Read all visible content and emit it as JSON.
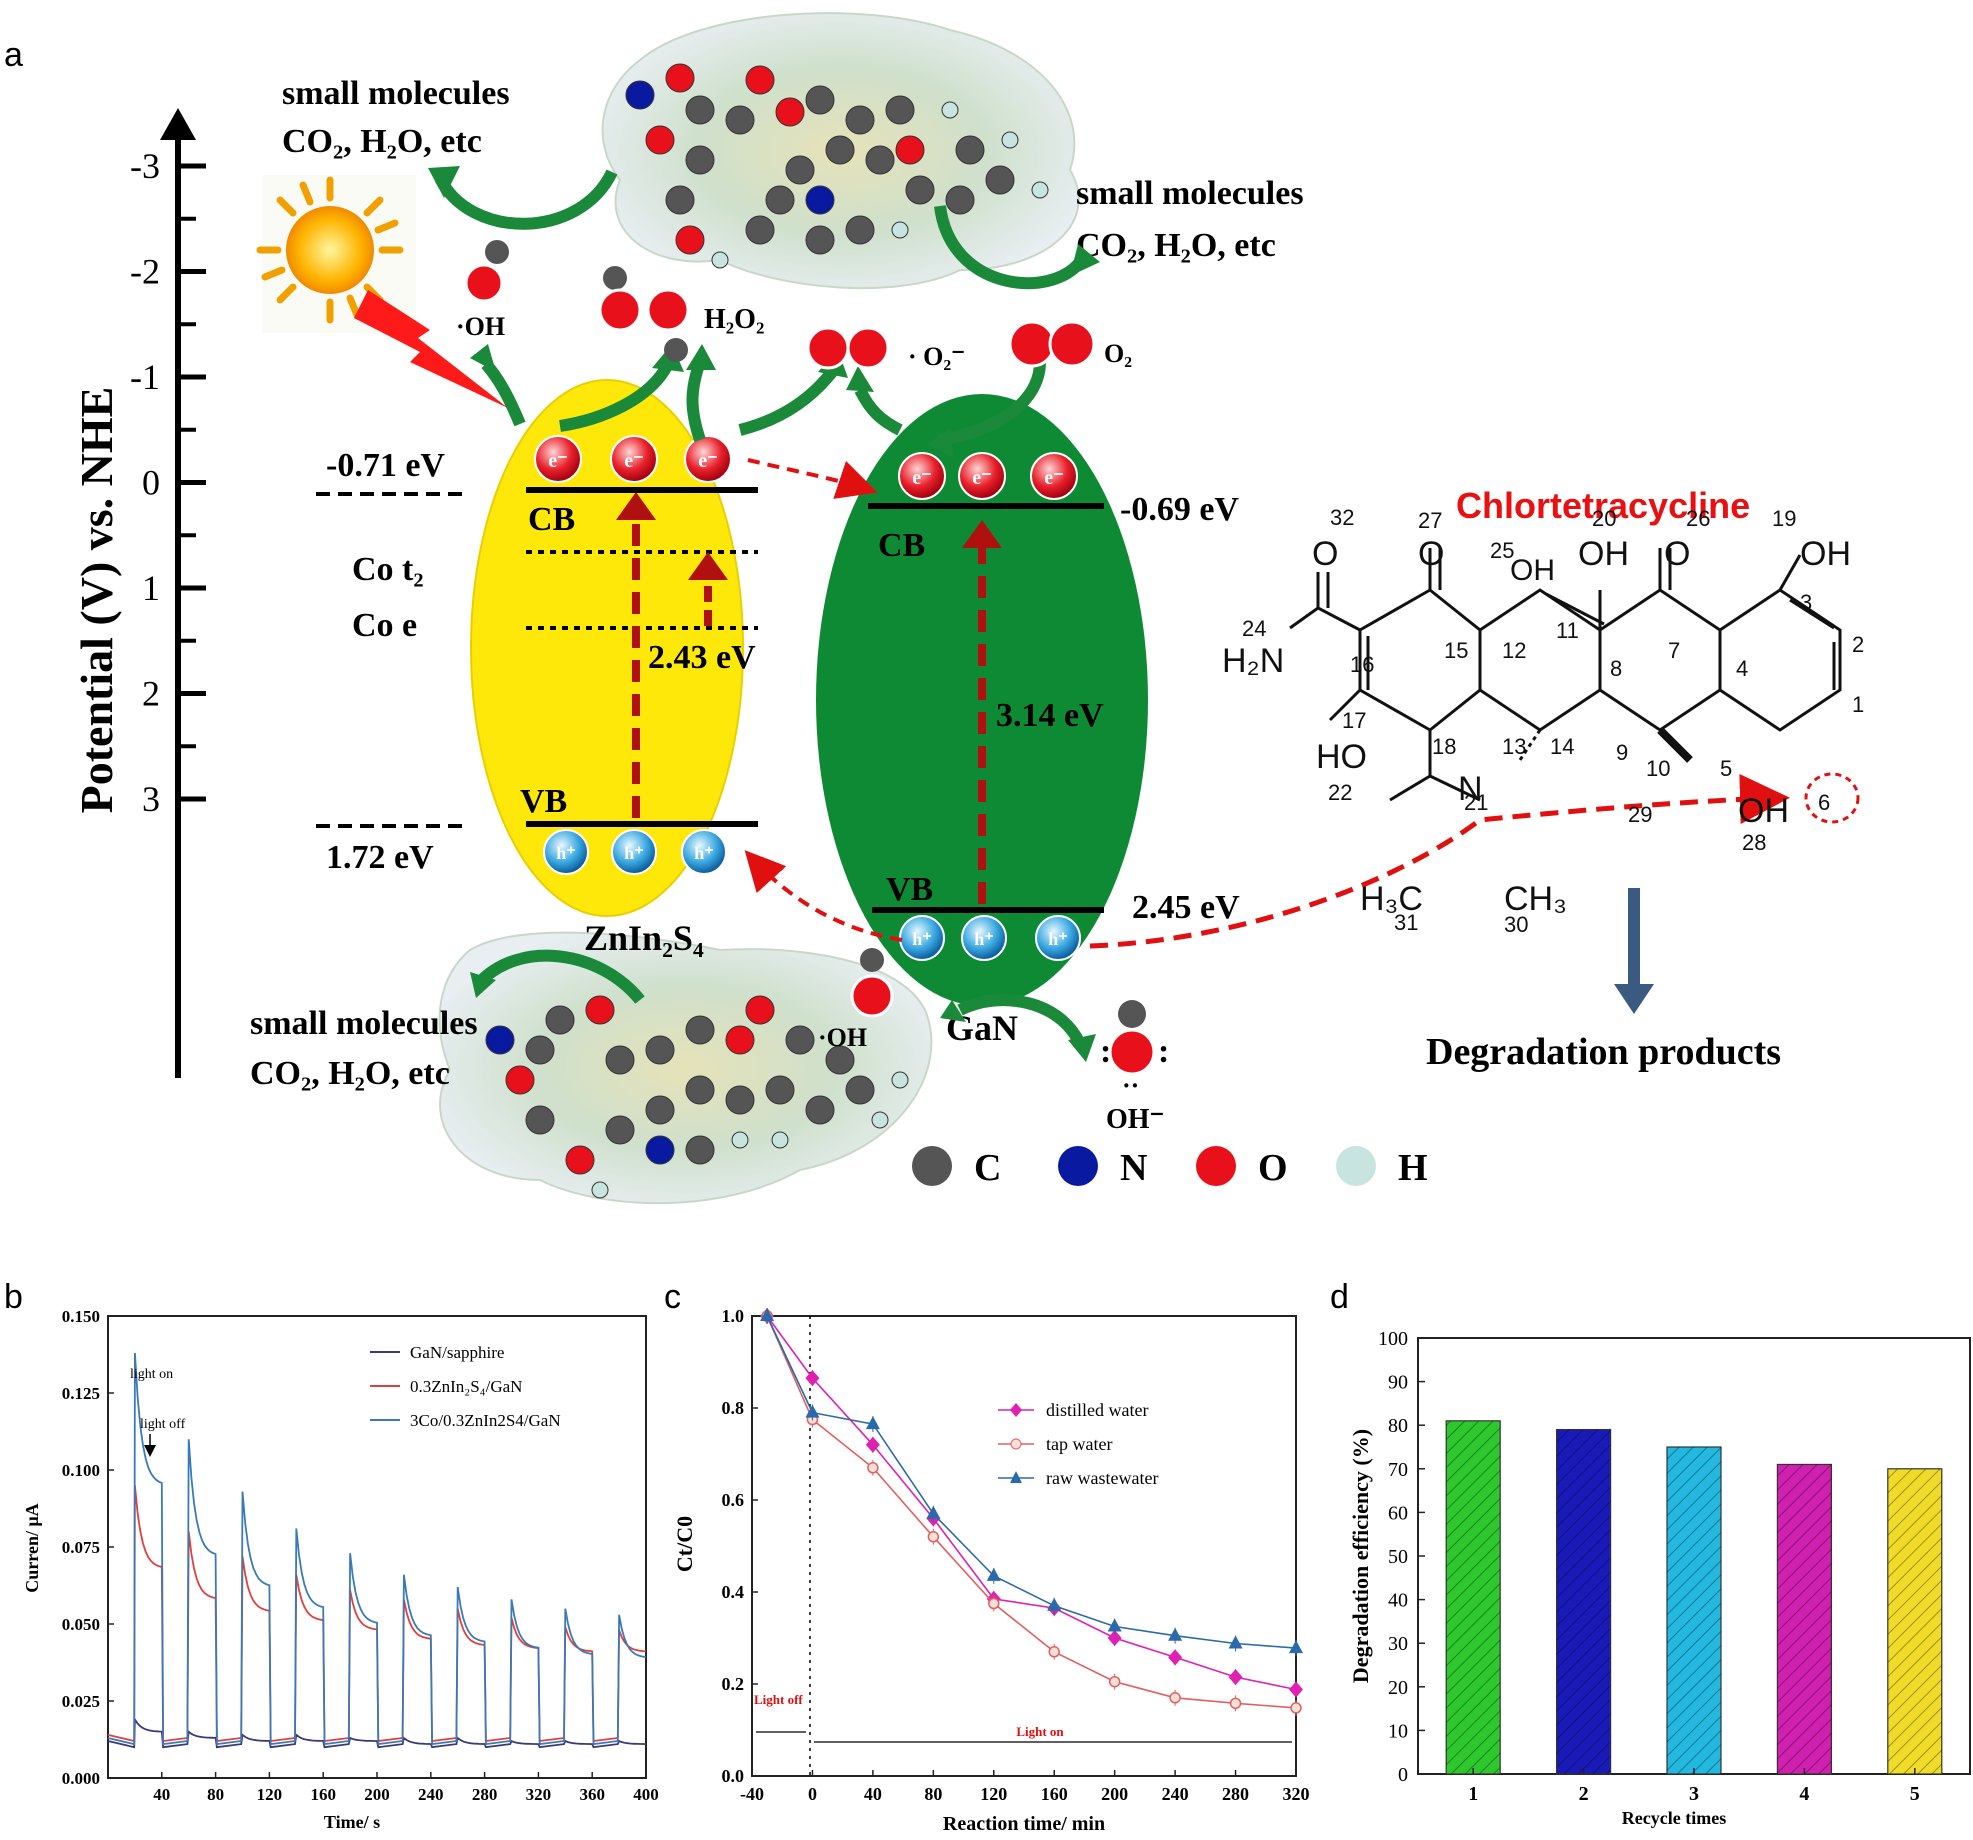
{
  "figure": {
    "panel_labels": [
      "a",
      "b",
      "c",
      "d"
    ]
  },
  "panel_a": {
    "axis_label": "Potential (V) vs. NHE",
    "axis_ticks": [
      "-3",
      "-2",
      "-1",
      "0",
      "1",
      "2",
      "3"
    ],
    "small_molecules": {
      "line1": "small molecules",
      "line2": "CO₂, H₂O, etc"
    },
    "oh_radical": "·OH",
    "h2o2": "H₂O₂",
    "superoxide": "· O₂⁻",
    "o2": "O₂",
    "oh_minus": "OH⁻",
    "electron": "e⁻",
    "hole": "h⁺",
    "zis": {
      "name": "ZnIn₂S₄",
      "cb_label": "CB",
      "vb_label": "VB",
      "cb_value": "-0.71 eV",
      "vb_value": "1.72 eV",
      "co_t2": "Co  t₂",
      "co_e": "Co  e",
      "gap": "2.43 eV"
    },
    "gan": {
      "name": "GaN",
      "cb_label": "CB",
      "vb_label": "VB",
      "cb_value": "-0.69 eV",
      "vb_value": "2.45 eV",
      "gap": "3.14 eV"
    },
    "molecule_title": "Chlortetracycline",
    "degradation": "Degradation products",
    "atom_legend": [
      "C",
      "N",
      "O",
      "H"
    ],
    "atom_colors": [
      "#555555",
      "#0a1aa0",
      "#e8101a",
      "#c8e4e0"
    ]
  },
  "chart_data": [
    {
      "panel": "b",
      "type": "line",
      "xlabel": "Time/ s",
      "ylabel": "Curren/ μA",
      "xlim": [
        0,
        400
      ],
      "ylim": [
        0,
        0.15
      ],
      "xticks": [
        40,
        80,
        120,
        160,
        200,
        240,
        280,
        320,
        360,
        400
      ],
      "yticks": [
        "0.000",
        "0.025",
        "0.050",
        "0.075",
        "0.100",
        "0.125",
        "0.150"
      ],
      "annotations": [
        "light on",
        "light off"
      ],
      "on_times": [
        20,
        60,
        100,
        140,
        180,
        220,
        260,
        300,
        340,
        380
      ],
      "series": [
        {
          "name": "GaN/sapphire",
          "color": "#3a3a7a",
          "peak": [
            0.019,
            0.015,
            0.014,
            0.014,
            0.013,
            0.013,
            0.013,
            0.012,
            0.012,
            0.012
          ],
          "end": [
            0.015,
            0.013,
            0.012,
            0.012,
            0.012,
            0.011,
            0.011,
            0.011,
            0.011,
            0.011
          ],
          "dark": 0.01
        },
        {
          "name": "0.3ZnIn₂S₄/GaN",
          "color": "#e0403c",
          "peak": [
            0.095,
            0.08,
            0.072,
            0.066,
            0.061,
            0.058,
            0.055,
            0.052,
            0.049,
            0.048
          ],
          "end": [
            0.068,
            0.058,
            0.054,
            0.051,
            0.048,
            0.045,
            0.043,
            0.042,
            0.041,
            0.041
          ],
          "dark": 0.012
        },
        {
          "name": "3Co/0.3ZnIn2S4/GaN",
          "color": "#3a7ab8",
          "peak": [
            0.138,
            0.11,
            0.093,
            0.081,
            0.073,
            0.066,
            0.062,
            0.058,
            0.055,
            0.053
          ],
          "end": [
            0.095,
            0.072,
            0.062,
            0.055,
            0.05,
            0.046,
            0.044,
            0.042,
            0.04,
            0.039
          ],
          "dark": 0.011
        }
      ]
    },
    {
      "panel": "c",
      "type": "line",
      "xlabel": "Reaction time/ min",
      "ylabel": "Ct/C0",
      "xticks": [
        "-40",
        "0",
        "40",
        "80",
        "120",
        "160",
        "200",
        "240",
        "280",
        "320"
      ],
      "yticks": [
        "0.0",
        "0.2",
        "0.4",
        "0.6",
        "0.8",
        "1.0"
      ],
      "xlim": [
        -40,
        320
      ],
      "ylim": [
        0,
        1.0
      ],
      "annotations": [
        "Light off",
        "Light on"
      ],
      "x": [
        -30,
        0,
        40,
        80,
        120,
        160,
        200,
        240,
        280,
        320
      ],
      "series": [
        {
          "name": "distilled water",
          "color": "#e020b0",
          "marker": "diamond",
          "values": [
            1.0,
            0.865,
            0.72,
            0.56,
            0.385,
            0.365,
            0.3,
            0.258,
            0.215,
            0.188
          ]
        },
        {
          "name": "tap water",
          "color": "#e06060",
          "marker": "circle",
          "values": [
            1.0,
            0.775,
            0.67,
            0.52,
            0.375,
            0.27,
            0.205,
            0.17,
            0.158,
            0.148
          ]
        },
        {
          "name": "raw wastewater",
          "color": "#2a6aaa",
          "marker": "triangle",
          "values": [
            1.0,
            0.79,
            0.765,
            0.57,
            0.435,
            0.37,
            0.325,
            0.305,
            0.288,
            0.278
          ]
        }
      ]
    },
    {
      "panel": "d",
      "type": "bar",
      "xlabel": "Recycle times",
      "ylabel": "Degradation efficiency (%)",
      "ylim": [
        0,
        100
      ],
      "yticks": [
        "0",
        "10",
        "20",
        "30",
        "40",
        "50",
        "60",
        "70",
        "80",
        "90",
        "100"
      ],
      "categories": [
        "1",
        "2",
        "3",
        "4",
        "5"
      ],
      "values": [
        81,
        79,
        75,
        71,
        70
      ],
      "colors": [
        "#2ec82e",
        "#1a1ab8",
        "#22b8e0",
        "#d020b0",
        "#f0dc28"
      ]
    }
  ]
}
